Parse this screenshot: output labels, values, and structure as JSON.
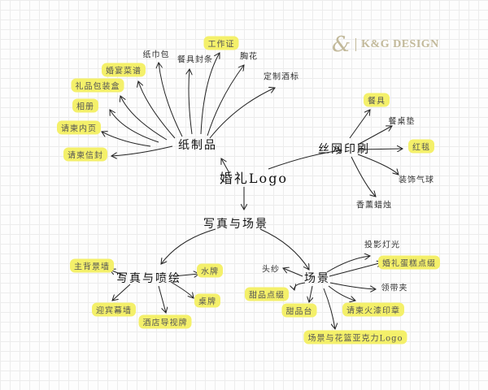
{
  "logo": {
    "mark": "&",
    "name": "K&G DESIGN"
  },
  "root": "婚礼Logo",
  "paper": {
    "title": "纸制品",
    "items": [
      "纸巾包",
      "餐具封条",
      "工作证",
      "胸花",
      "定制酒标",
      "婚宴菜谱",
      "礼品包装盒",
      "相册",
      "请柬内页",
      "请柬信封"
    ]
  },
  "screen": {
    "title": "丝网印刷",
    "items": [
      "餐具",
      "餐桌垫",
      "红毯",
      "装饰气球",
      "香薰蜡烛"
    ]
  },
  "photo_scene": {
    "title": "写真与场景",
    "photo": {
      "title": "写真与喷绘",
      "items": [
        "主背景墙",
        "水牌",
        "桌牌",
        "迎宾幕墙",
        "酒店导视牌"
      ]
    },
    "scene": {
      "title": "场景",
      "items": [
        "投影灯光",
        "婚礼蛋糕点缀",
        "头纱",
        "领带夹",
        "甜品点缀",
        "甜品台",
        "请柬火漆印章",
        "场景与花篮亚克力Logo"
      ]
    }
  }
}
